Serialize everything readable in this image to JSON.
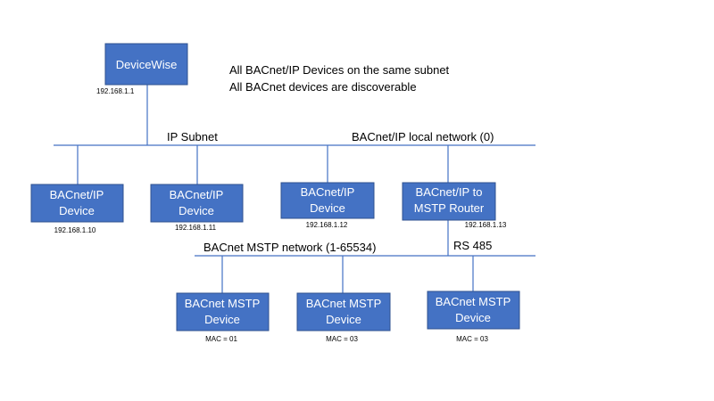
{
  "notes": {
    "line1": "All BACnet/IP Devices on the same subnet",
    "line2": "All BACnet devices are discoverable"
  },
  "devicewise": {
    "label": "DeviceWise",
    "ip": "192.168.1.1"
  },
  "ip_network": {
    "subnet_label": "IP Subnet",
    "network_label": "BACnet/IP local network (0)"
  },
  "ip_devices": [
    {
      "line1": "BACnet/IP",
      "line2": "Device",
      "ip": "192.168.1.10"
    },
    {
      "line1": "BACnet/IP",
      "line2": "Device",
      "ip": "192.168.1.11"
    },
    {
      "line1": "BACnet/IP",
      "line2": "Device",
      "ip": "192.168.1.12"
    },
    {
      "line1": "BACnet/IP to",
      "line2": "MSTP Router",
      "ip": "192.168.1.13"
    }
  ],
  "mstp_network": {
    "network_label": "BACnet MSTP network (1-65534)",
    "bus_label": "RS 485"
  },
  "mstp_devices": [
    {
      "line1": "BACnet MSTP",
      "line2": "Device",
      "mac": "MAC = 01"
    },
    {
      "line1": "BACnet MSTP",
      "line2": "Device",
      "mac": "MAC = 03"
    },
    {
      "line1": "BACnet MSTP",
      "line2": "Device",
      "mac": "MAC = 03"
    }
  ],
  "colors": {
    "box_fill": "#4472c4",
    "box_stroke": "#2f528f",
    "line": "#4472c4",
    "box_text": "#ffffff"
  }
}
